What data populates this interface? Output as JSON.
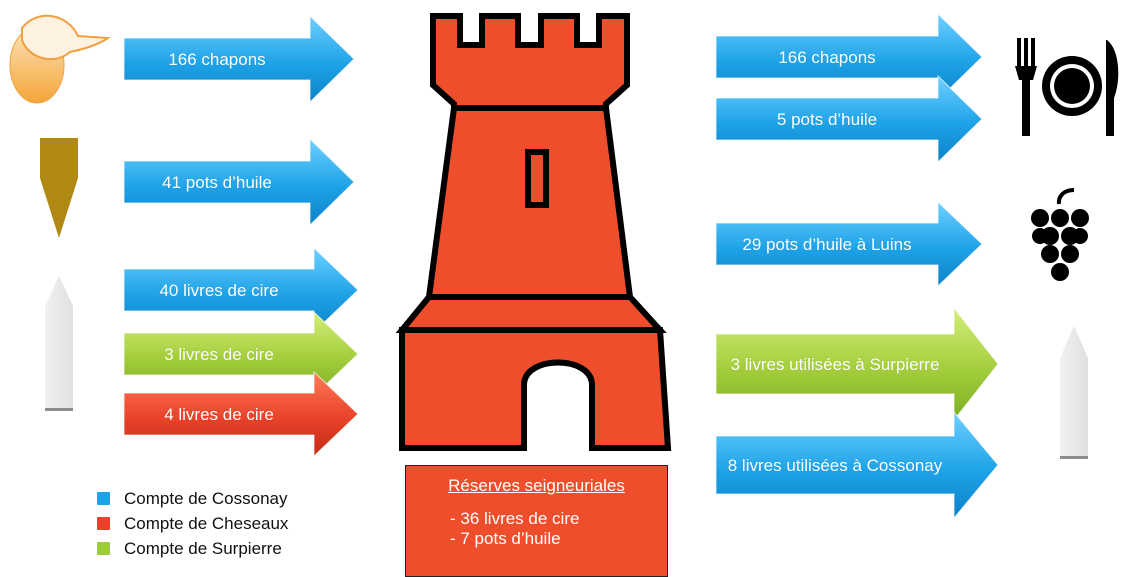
{
  "colors": {
    "cossonay": "#1ea3e8",
    "cheseaux": "#e8432a",
    "surpierre": "#9fcc3a",
    "tower": "#ee4e2c"
  },
  "left_arrows": [
    {
      "label": "166 chapons",
      "account": "cossonay"
    },
    {
      "label": "41 pots d’huile",
      "account": "cossonay"
    },
    {
      "label": "40 livres de cire",
      "account": "cossonay"
    },
    {
      "label": "3 livres de cire",
      "account": "surpierre"
    },
    {
      "label": "4 livres de cire",
      "account": "cheseaux"
    }
  ],
  "right_arrows": [
    {
      "label": "166 chapons",
      "account": "cossonay"
    },
    {
      "label": "5 pots d’huile",
      "account": "cossonay"
    },
    {
      "label": "29 pots d’huile à Luins",
      "account": "cossonay"
    },
    {
      "label": "3 livres utilisées à Surpierre",
      "account": "surpierre"
    },
    {
      "label": "8 livres utilisées à Cossonay",
      "account": "cossonay"
    }
  ],
  "reserves": {
    "title": "Réserves seigneuriales",
    "items": [
      "- 36 livres de cire",
      "- 7 pots d’huile"
    ]
  },
  "legend": [
    {
      "label": "Compte de Cossonay",
      "account": "cossonay"
    },
    {
      "label": "Compte de Cheseaux",
      "account": "cheseaux"
    },
    {
      "label": "Compte de Surpierre",
      "account": "surpierre"
    }
  ],
  "icons": [
    "chicken-icon",
    "oil-jar-icon",
    "candle-icon",
    "tower-icon",
    "plate-cutlery-icon",
    "grapes-icon",
    "candle-icon"
  ]
}
